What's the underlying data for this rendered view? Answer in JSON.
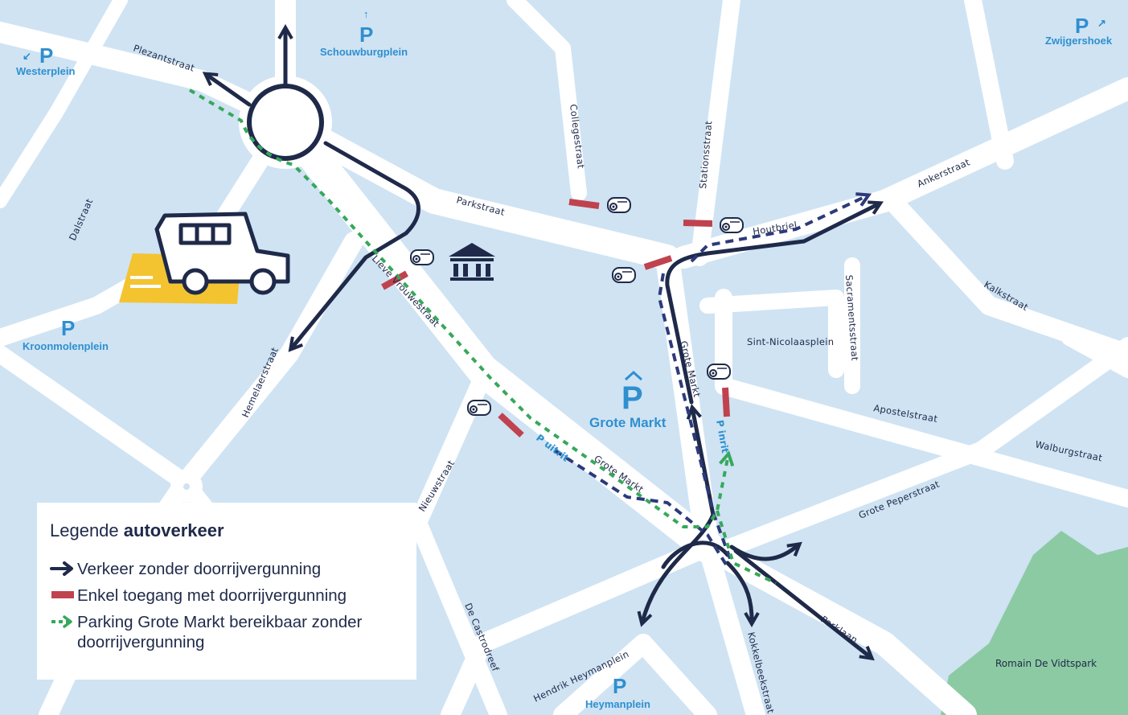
{
  "legend": {
    "title_prefix": "Legende",
    "title_bold": "autoverkeer",
    "items": [
      {
        "label": "Verkeer zonder doorrijvergunning",
        "style": "navy-arrow"
      },
      {
        "label": "Enkel toegang met doorrijvergunning",
        "style": "red-bar"
      },
      {
        "label": "Parking Grote Markt bereikbaar zonder doorrijvergunning",
        "style": "green-dashed-arrow"
      }
    ]
  },
  "parkings": {
    "westerplein": {
      "glyph": "P",
      "name": "Westerplein",
      "arrow": "↙"
    },
    "schouwburgplein": {
      "glyph": "P",
      "name": "Schouwburgplein",
      "arrow": "↑"
    },
    "zwijgershoek": {
      "glyph": "P",
      "name": "Zwijgershoek",
      "arrow": "↗"
    },
    "kroonmolenplein": {
      "glyph": "P",
      "name": "Kroonmolenplein"
    },
    "grote_markt": {
      "glyph": "P",
      "name": "Grote Markt"
    },
    "heymanplein": {
      "glyph": "P",
      "name": "Heymanplein"
    }
  },
  "streets": {
    "plezantstraat": "Plezantstraat",
    "dalstraat": "Dalstraat",
    "hemelaerstraat": "Hemelaerstraat",
    "lieve_vrouwestraat": "Lieve Vrouwestraat",
    "collegestraat": "Collegestraat",
    "parkstraat": "Parkstraat",
    "stationsstraat": "Stationsstraat",
    "houtbriel": "Houtbriel",
    "ankerstraat": "Ankerstraat",
    "kalkstraat": "Kalkstraat",
    "sacramentsstraat": "Sacramentsstraat",
    "sint_nicolaasplein": "Sint-Nicolaasplein",
    "grote_markt": "Grote Markt",
    "apostelstraat": "Apostelstraat",
    "walburgstraat": "Walburgstraat",
    "grote_peperstraat": "Grote Peperstraat",
    "nieuwstraat": "Nieuwstraat",
    "grote_markt_2": "Grote Markt",
    "de_castrodreef": "De Castrodreef",
    "hendrik_heymanplein": "Hendrik Heymanplein",
    "kokkelbeekstraat": "Kokkelbeekstraat",
    "parklaan": "Parklaan"
  },
  "labels": {
    "p_uitrit": "P uitrit",
    "p_inrit": "P inrit",
    "park_name": "Romain De Vidtspark"
  },
  "colors": {
    "water_background": "#cfe3f3",
    "road": "#ffffff",
    "route_navy": "#1f2a4a",
    "restricted_red": "#c0424f",
    "parking_green": "#36a85a",
    "parking_blue": "#2f8fcf",
    "park_green": "#8ccaa3",
    "highlight_yellow": "#f4c330"
  },
  "icons": [
    "camera-icon",
    "museum-icon",
    "vehicle-icon",
    "arrow-icon"
  ]
}
